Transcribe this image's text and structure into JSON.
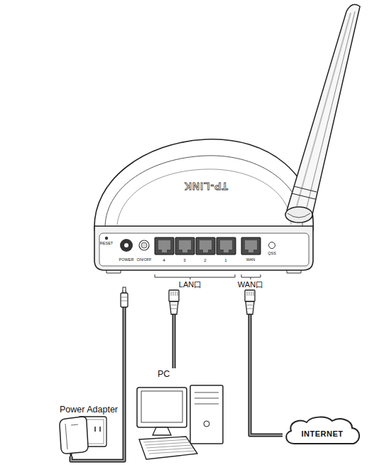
{
  "diagram": {
    "nodes": [
      {
        "text": [
          "TP-LINK",
          "RESET",
          "POWER",
          "ON/OFF",
          "4",
          "3",
          "2",
          "1",
          "WAN",
          "QSS"
        ]
      },
      {
        "text": [
          "Power Adapter"
        ]
      },
      {
        "text": [
          "PC"
        ]
      },
      {
        "text": [
          "INTERNET"
        ]
      }
    ],
    "edges": [
      {
        "from": 1,
        "to": 0,
        "arrow": "none"
      },
      {
        "from": 2,
        "to": 0,
        "arrow": "none"
      },
      {
        "from": 3,
        "to": 0,
        "arrow": "none"
      }
    ],
    "labels": [
      "LAN口",
      "WAN口"
    ]
  }
}
